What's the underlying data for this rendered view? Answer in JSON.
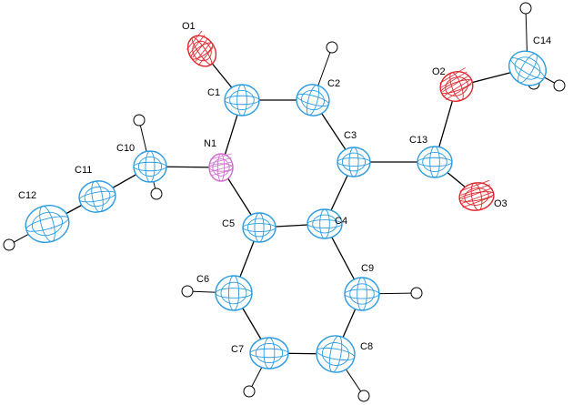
{
  "colors": {
    "carbon": "#2a9be0",
    "nitrogen": "#d070d0",
    "oxygen": "#e0252a",
    "hydrogen": "#ffffff",
    "bond": "#000000"
  },
  "atoms": [
    {
      "id": "O1",
      "label": "O1",
      "element": "O"
    },
    {
      "id": "C1",
      "label": "C1",
      "element": "C"
    },
    {
      "id": "C2",
      "label": "C2",
      "element": "C"
    },
    {
      "id": "N1",
      "label": "N1",
      "element": "N"
    },
    {
      "id": "C3",
      "label": "C3",
      "element": "C"
    },
    {
      "id": "C4",
      "label": "C4",
      "element": "C"
    },
    {
      "id": "C5",
      "label": "C5",
      "element": "C"
    },
    {
      "id": "C6",
      "label": "C6",
      "element": "C"
    },
    {
      "id": "C7",
      "label": "C7",
      "element": "C"
    },
    {
      "id": "C8",
      "label": "C8",
      "element": "C"
    },
    {
      "id": "C9",
      "label": "C9",
      "element": "C"
    },
    {
      "id": "C10",
      "label": "C10",
      "element": "C"
    },
    {
      "id": "C11",
      "label": "C11",
      "element": "C"
    },
    {
      "id": "C12",
      "label": "C12",
      "element": "C"
    },
    {
      "id": "C13",
      "label": "C13",
      "element": "C"
    },
    {
      "id": "O2",
      "label": "O2",
      "element": "O"
    },
    {
      "id": "O3",
      "label": "O3",
      "element": "O"
    },
    {
      "id": "C14",
      "label": "C14",
      "element": "C"
    }
  ],
  "bonds": [
    [
      "O1",
      "C1"
    ],
    [
      "C1",
      "C2"
    ],
    [
      "C1",
      "N1"
    ],
    [
      "C2",
      "C3"
    ],
    [
      "C3",
      "C4"
    ],
    [
      "C4",
      "C5"
    ],
    [
      "C5",
      "N1"
    ],
    [
      "C5",
      "C6"
    ],
    [
      "C6",
      "C7"
    ],
    [
      "C7",
      "C8"
    ],
    [
      "C8",
      "C9"
    ],
    [
      "C9",
      "C4"
    ],
    [
      "N1",
      "C10"
    ],
    [
      "C10",
      "C11"
    ],
    [
      "C11",
      "C12"
    ],
    [
      "C3",
      "C13"
    ],
    [
      "C13",
      "O2"
    ],
    [
      "C13",
      "O3"
    ],
    [
      "O2",
      "C14"
    ]
  ]
}
